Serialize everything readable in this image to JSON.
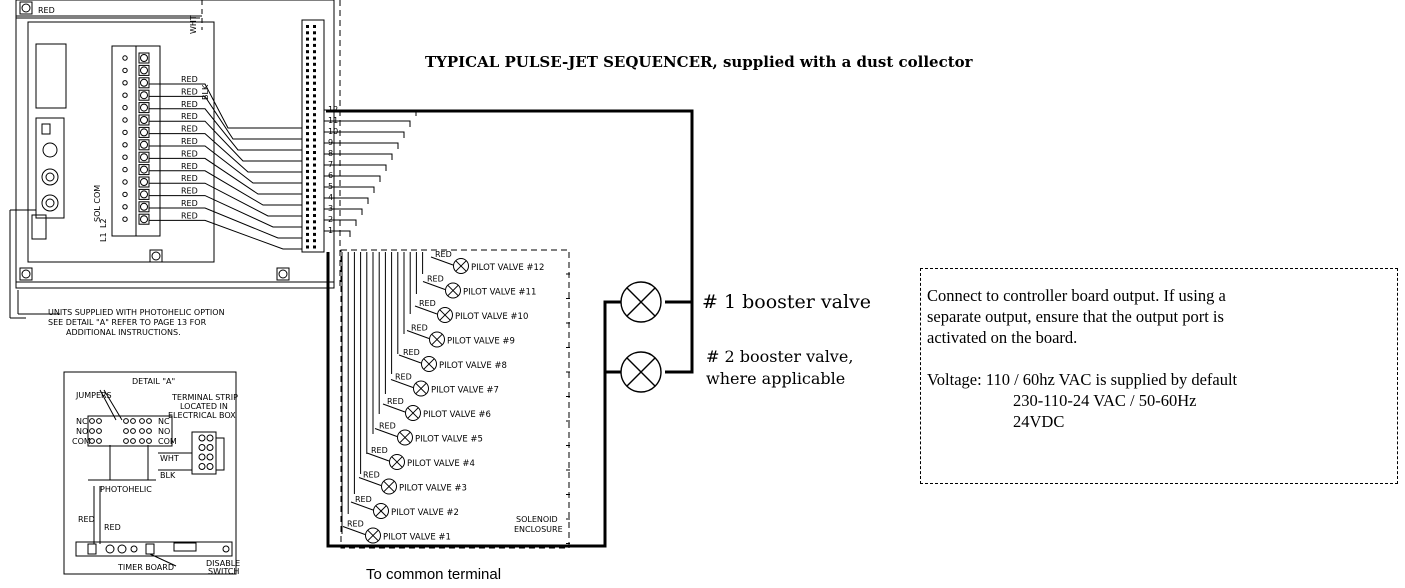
{
  "title": "TYPICAL PULSE-JET SEQUENCER, supplied with a dust collector",
  "booster_valves": [
    {
      "label": "# 1 booster valve"
    },
    {
      "label_line1": "# 2 booster valve,",
      "label_line2": "where applicable"
    }
  ],
  "note": {
    "line1": "Connect to controller board output. If using a",
    "line2": "separate output, ensure that the output port is",
    "line3": "activated on the board.",
    "voltage1": "Voltage: 110 / 60hz VAC is supplied by default",
    "voltage2": "230-110-24 VAC / 50-60Hz",
    "voltage3": "24VDC"
  },
  "common_terminal": "To common terminal",
  "schematic": {
    "top_red": "RED",
    "wht": "WHT",
    "blk": "BLK",
    "red": "RED",
    "l1": "L1",
    "l2": "L2",
    "sol_com": "SOL COM",
    "photohelic_note": {
      "line1": "UNITS SUPPLIED WITH PHOTOHELIC OPTION",
      "line2": "SEE DETAIL \"A\" REFER TO PAGE 13 FOR",
      "line3": "ADDITIONAL INSTRUCTIONS."
    },
    "pilot_valves": [
      "PILOT VALVE #12",
      "PILOT VALVE #11",
      "PILOT VALVE #10",
      "PILOT VALVE #9",
      "PILOT VALVE #8",
      "PILOT VALVE #7",
      "PILOT VALVE #6",
      "PILOT VALVE #5",
      "PILOT VALVE #4",
      "PILOT VALVE #3",
      "PILOT VALVE #2",
      "PILOT VALVE #1"
    ],
    "solenoid_enclosure": {
      "line1": "SOLENOID",
      "line2": "ENCLOSURE"
    },
    "terminal_numbers": [
      "12",
      "11",
      "10",
      "9",
      "8",
      "7",
      "6",
      "5",
      "4",
      "3",
      "2",
      "1"
    ]
  },
  "detail_a": {
    "title": "DETAIL \"A\"",
    "jumpers": "JUMPERS",
    "terminal_strip1": "TERMINAL STRIP",
    "terminal_strip2": "LOCATED IN",
    "terminal_strip3": "ELECTRICAL BOX",
    "nc": "NC",
    "no": "NO",
    "com": "COM",
    "wht": "WHT",
    "blk": "BLK",
    "photohelic": "PHOTOHELIC",
    "red": "RED",
    "timer_board": "TIMER BOARD",
    "disable1": "DISABLE",
    "disable2": "SWITCH"
  }
}
